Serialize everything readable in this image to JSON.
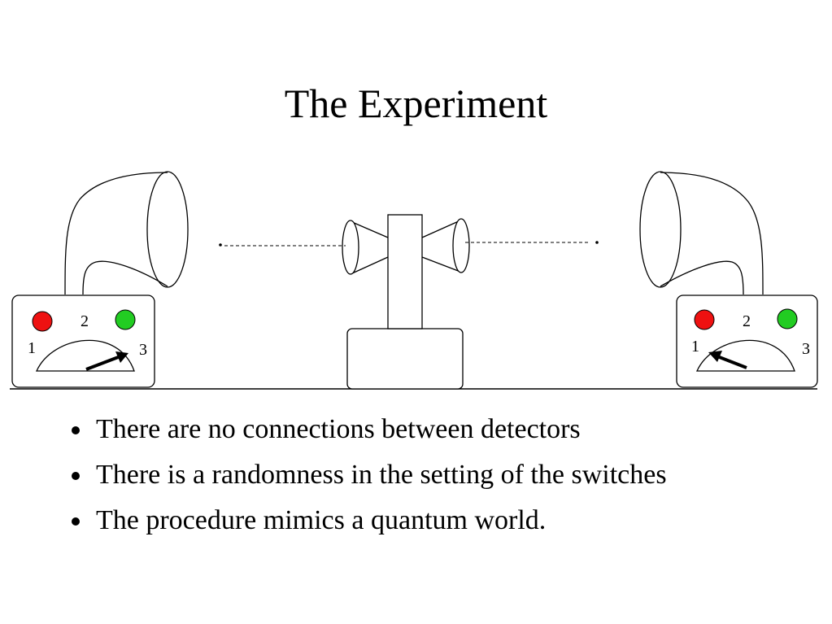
{
  "title": "The Experiment",
  "diagram": {
    "left_detector": {
      "dial_labels": [
        "1",
        "2",
        "3"
      ],
      "lights": {
        "red": "#ee1111",
        "green": "#22cc22"
      }
    },
    "right_detector": {
      "dial_labels": [
        "1",
        "2",
        "3"
      ],
      "lights": {
        "red": "#ee1111",
        "green": "#22cc22"
      }
    }
  },
  "bullets": [
    "There are no connections between detectors",
    "There is a randomness in the setting of the switches",
    "The procedure mimics a quantum world."
  ]
}
